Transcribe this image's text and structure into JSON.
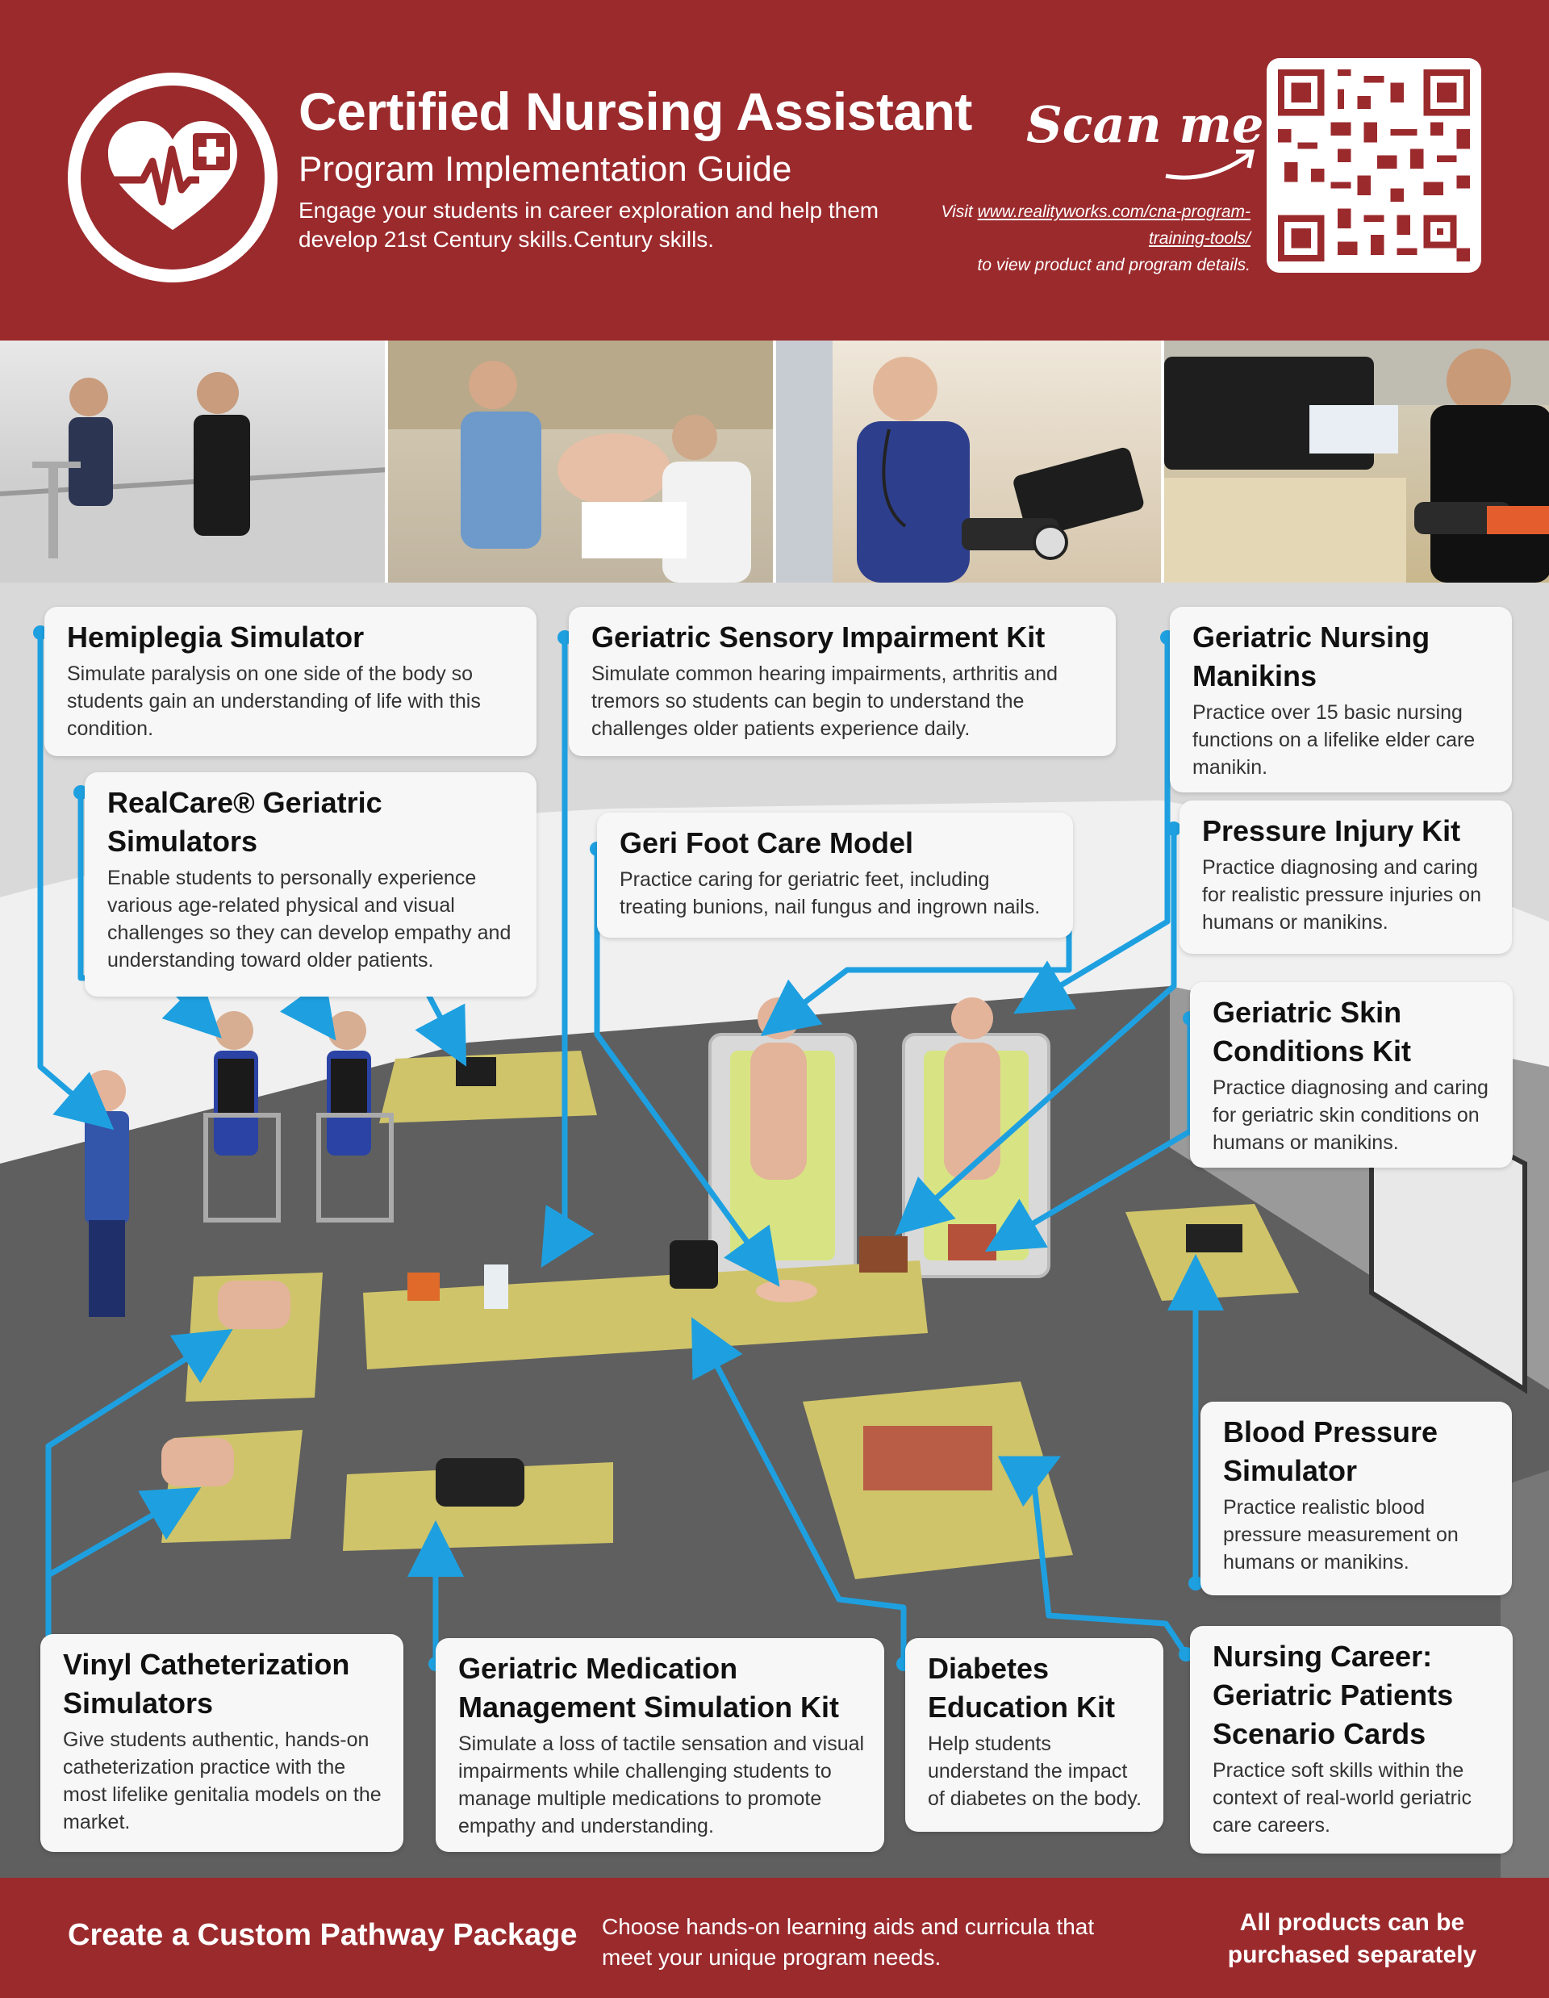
{
  "header": {
    "title": "Certified Nursing Assistant",
    "subtitle": "Program Implementation Guide",
    "tagline": "Engage your students in career exploration and help them develop 21st Century skills.Century skills.",
    "scan_me": "Scan me",
    "visit_prefix": "Visit ",
    "visit_url": "www.realityworks.com/cna-program-training-tools/",
    "visit_suffix": "to view product and program details.",
    "brand_color": "#9b2a2d",
    "logo_icon": "heart-pulse-plus-icon"
  },
  "photos": [
    "hemiplegia-simulator-photo",
    "catheterization-photo",
    "blood-pressure-photo",
    "sensory-impairment-photo"
  ],
  "products": [
    {
      "name": "Hemiplegia Simulator",
      "desc": "Simulate paralysis on one side of the body so students gain an understanding of life with this condition."
    },
    {
      "name": "Geriatric Sensory Impairment Kit",
      "desc": "Simulate common hearing impairments, arthritis and tremors so students can begin to understand the challenges older patients experience daily."
    },
    {
      "name": "Geriatric Nursing Manikins",
      "desc": "Practice over 15 basic nursing functions on a lifelike elder care manikin."
    },
    {
      "name": "RealCare® Geriatric Simulators",
      "desc": "Enable students to personally experience various age-related physical and visual challenges so they can develop empathy and understanding toward older patients."
    },
    {
      "name": "Geri Foot Care Model",
      "desc": "Practice caring for geriatric feet, including treating bunions, nail fungus and ingrown nails."
    },
    {
      "name": "Pressure Injury Kit",
      "desc": "Practice diagnosing and caring for realistic pressure injuries on humans or manikins."
    },
    {
      "name": "Geriatric Skin Conditions Kit",
      "desc": "Practice diagnosing and caring for geriatric skin conditions on humans or manikins."
    },
    {
      "name": "Blood Pressure Simulator",
      "desc": "Practice realistic blood pressure measurement on humans or manikins."
    },
    {
      "name": "Vinyl Catheterization Simulators",
      "desc": "Give students authentic, hands-on catheterization practice with the most lifelike genitalia models on the market."
    },
    {
      "name": "Geriatric Medication Management Simulation Kit",
      "desc": "Simulate a loss of tactile sensation and visual impairments while challenging students to manage multiple medications to promote empathy and understanding."
    },
    {
      "name": "Diabetes Education Kit",
      "desc": "Help students understand the impact of diabetes on the body."
    },
    {
      "name": "Nursing Career: Geriatric Patients Scenario Cards",
      "desc": "Practice soft skills within the context of real-world geriatric care careers."
    }
  ],
  "footer": {
    "left": "Create a Custom Pathway Package",
    "middle": "Choose hands-on learning aids and curricula that meet your unique program needs.",
    "right": "All products can be purchased separately"
  },
  "colors": {
    "accent": "#1ea0e0",
    "table": "#cfc46a",
    "floor": "#5f5f5f"
  }
}
